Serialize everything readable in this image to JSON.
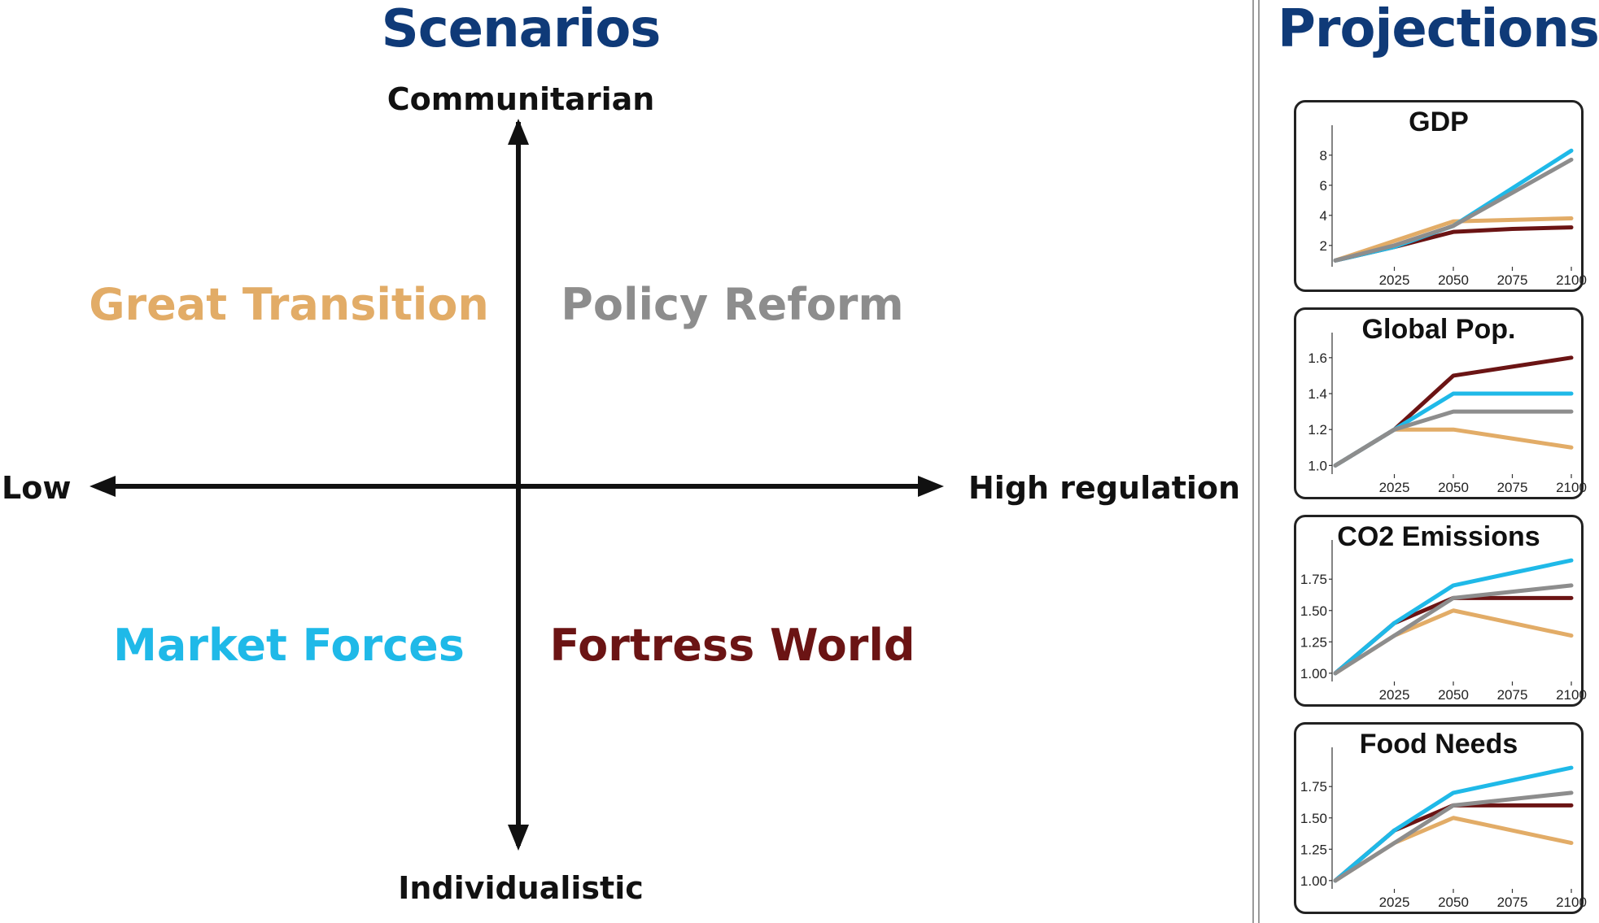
{
  "colors": {
    "title": "#0f3a78",
    "great_transition": "#e2ac67",
    "policy_reform": "#8d8d8d",
    "market_forces": "#1fb9e8",
    "fortress_world": "#6b1414",
    "axis": "#111111"
  },
  "scenarios_panel": {
    "title": "Scenarios",
    "axis_top": "Communitarian",
    "axis_bottom": "Individualistic",
    "axis_left": "Low",
    "axis_right": "High regulation",
    "quadrants": {
      "top_left": "Great Transition",
      "top_right": "Policy Reform",
      "bottom_left": "Market Forces",
      "bottom_right": "Fortress World"
    }
  },
  "projections_panel": {
    "title": "Projections"
  },
  "chart_data": [
    {
      "type": "line",
      "title": "GDP",
      "x": [
        2000,
        2025,
        2050,
        2075,
        2100
      ],
      "xticks": [
        2025,
        2050,
        2075,
        2100
      ],
      "ylim": [
        0.8,
        8.8
      ],
      "yticks": [
        2,
        4,
        6,
        8
      ],
      "ytick_labels": [
        "2",
        "4",
        "6",
        "8"
      ],
      "series": [
        {
          "color": "#e2ac67",
          "values": [
            1.0,
            2.3,
            3.6,
            3.7,
            3.8
          ]
        },
        {
          "color": "#6b1414",
          "values": [
            1.0,
            1.9,
            2.9,
            3.1,
            3.2
          ]
        },
        {
          "color": "#1fb9e8",
          "values": [
            1.0,
            1.9,
            3.3,
            5.8,
            8.3
          ]
        },
        {
          "color": "#8d8d8d",
          "values": [
            1.0,
            2.0,
            3.3,
            5.5,
            7.7
          ]
        }
      ]
    },
    {
      "type": "line",
      "title": "Global Pop.",
      "x": [
        2000,
        2025,
        2050,
        2075,
        2100
      ],
      "xticks": [
        2025,
        2050,
        2075,
        2100
      ],
      "ylim": [
        0.97,
        1.64
      ],
      "yticks": [
        1.0,
        1.2,
        1.4,
        1.6
      ],
      "ytick_labels": [
        "1.0",
        "1.2",
        "1.4",
        "1.6"
      ],
      "series": [
        {
          "color": "#e2ac67",
          "values": [
            1.0,
            1.2,
            1.2,
            1.15,
            1.1
          ]
        },
        {
          "color": "#6b1414",
          "values": [
            1.0,
            1.2,
            1.5,
            1.55,
            1.6
          ]
        },
        {
          "color": "#1fb9e8",
          "values": [
            1.0,
            1.2,
            1.4,
            1.4,
            1.4
          ]
        },
        {
          "color": "#8d8d8d",
          "values": [
            1.0,
            1.2,
            1.3,
            1.3,
            1.3
          ]
        }
      ]
    },
    {
      "type": "line",
      "title": "CO2 Emissions",
      "x": [
        2000,
        2025,
        2050,
        2075,
        2100
      ],
      "xticks": [
        2025,
        2050,
        2075,
        2100
      ],
      "ylim": [
        0.96,
        1.92
      ],
      "yticks": [
        1.0,
        1.25,
        1.5,
        1.75
      ],
      "ytick_labels": [
        "1.00",
        "1.25",
        "1.50",
        "1.75"
      ],
      "series": [
        {
          "color": "#e2ac67",
          "values": [
            1.0,
            1.3,
            1.5,
            1.4,
            1.3
          ]
        },
        {
          "color": "#6b1414",
          "values": [
            1.0,
            1.4,
            1.6,
            1.6,
            1.6
          ]
        },
        {
          "color": "#1fb9e8",
          "values": [
            1.0,
            1.4,
            1.7,
            1.8,
            1.9
          ]
        },
        {
          "color": "#8d8d8d",
          "values": [
            1.0,
            1.3,
            1.6,
            1.65,
            1.7
          ]
        }
      ]
    },
    {
      "type": "line",
      "title": "Food Needs",
      "x": [
        2000,
        2025,
        2050,
        2075,
        2100
      ],
      "xticks": [
        2025,
        2050,
        2075,
        2100
      ],
      "ylim": [
        0.96,
        1.92
      ],
      "yticks": [
        1.0,
        1.25,
        1.5,
        1.75
      ],
      "ytick_labels": [
        "1.00",
        "1.25",
        "1.50",
        "1.75"
      ],
      "series": [
        {
          "color": "#e2ac67",
          "values": [
            1.0,
            1.3,
            1.5,
            1.4,
            1.3
          ]
        },
        {
          "color": "#6b1414",
          "values": [
            1.0,
            1.4,
            1.6,
            1.6,
            1.6
          ]
        },
        {
          "color": "#1fb9e8",
          "values": [
            1.0,
            1.4,
            1.7,
            1.8,
            1.9
          ]
        },
        {
          "color": "#8d8d8d",
          "values": [
            1.0,
            1.3,
            1.6,
            1.65,
            1.7
          ]
        }
      ]
    }
  ]
}
